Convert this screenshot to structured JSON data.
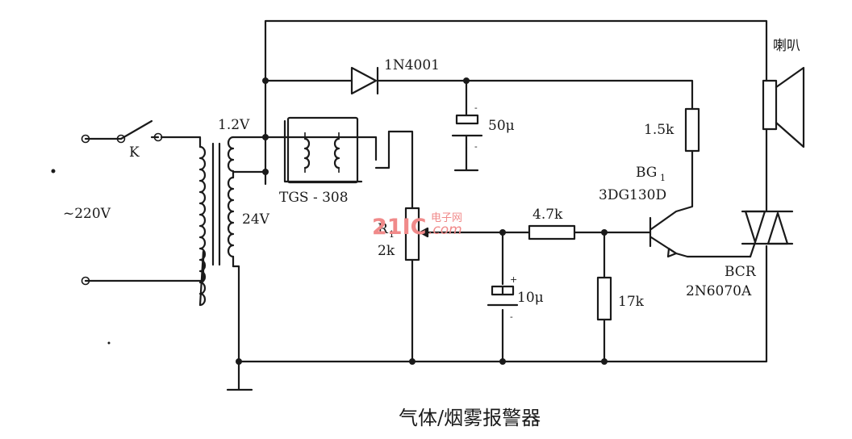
{
  "labels": {
    "switch": "K",
    "mains": "~220V",
    "v_heater": "1.2V",
    "v_secondary": "24V",
    "sensor": "TGS - 308",
    "diode": "1N4001",
    "cap_filter": "50μ",
    "r_base": "1.5k",
    "transistor_name": "BG",
    "transistor_sub": "1",
    "transistor_type": "3DG130D",
    "pot_name": "R",
    "pot_sub": "1",
    "pot_value": "2k",
    "r_series": "4.7k",
    "cap_timing": "10μ",
    "r_pulldown": "17k",
    "triac_name": "BCR",
    "triac_type": "2N6070A",
    "speaker": "喇叭",
    "cap_plus": "+",
    "cap_minus": "-"
  },
  "caption": "气体/烟雾报警器",
  "watermark": {
    "brand": "21IC",
    "cn": "电子网",
    "domain": ".com"
  }
}
